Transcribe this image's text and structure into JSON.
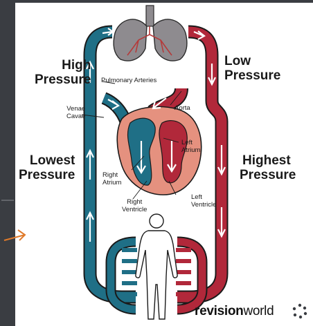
{
  "labels": {
    "high_pressure": [
      "High",
      "Pressure"
    ],
    "low_pressure": [
      "Low",
      "Pressure"
    ],
    "lowest_pressure": [
      "Lowest",
      "Pressure"
    ],
    "highest_pressure": [
      "Highest",
      "Pressure"
    ],
    "pulmonary_arteries": "Pulmonary Arteries",
    "venae_cavae": [
      "Venae",
      "Cavae"
    ],
    "aorta": "Aorta",
    "left_atrium": [
      "Left",
      "Atrium"
    ],
    "right_atrium": [
      "Right",
      "Atrium"
    ],
    "right_ventricle": [
      "Right",
      "Ventricle"
    ],
    "left_ventricle": [
      "Left",
      "Ventricle"
    ]
  },
  "brand": {
    "part1": "revision",
    "part2": "world"
  },
  "colors": {
    "deoxygenated": "#1f6f86",
    "oxygenated": "#b1283a",
    "heart": "#e5917f",
    "lungs": "#8e8b8f",
    "body": "#ffffff",
    "background": "#3a3d42",
    "accent_arrow": "#e07a2a"
  }
}
